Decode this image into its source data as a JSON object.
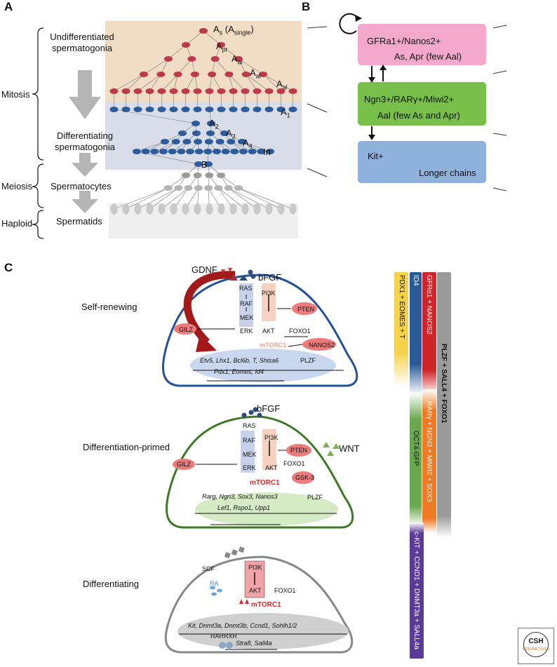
{
  "panel_a": {
    "letter": "A",
    "stages": {
      "mitosis": "Mitosis",
      "meiosis": "Meiosis",
      "haploid": "Haploid"
    },
    "groups": {
      "undifferentiated": "Undifferentiated spermatogonia",
      "differentiating": "Differentiating spermatogonia",
      "spermatocytes": "Spermatocytes",
      "spermatids": "Spermatids"
    },
    "cell_labels": {
      "as": "A",
      "as_sub": "s",
      "as_paren": "(A",
      "as_paren_sub": "single",
      "as_close": ")",
      "apr": "A",
      "apr_sub": "pr",
      "aal": "A",
      "aal_sub": "al",
      "a1": "A",
      "a1_sub": "1",
      "a2": "A",
      "a2_sub": "2",
      "a3": "A",
      "a3_sub": "3",
      "a4": "A",
      "a4_sub": "4",
      "in": "In",
      "b": "B"
    },
    "colors": {
      "undiff_bg": "#f1dcc6",
      "diff_bg": "#d9dde9",
      "undiff_cell": "#c0394b",
      "diff_cell": "#2e5c9a"
    }
  },
  "panel_b": {
    "letter": "B",
    "box1": {
      "title": "GFRa1+/Nanos2+",
      "sub": "As, Apr (few Aal)",
      "color": "#f4a9cc"
    },
    "box2": {
      "title": "Ngn3+/RARγ+/Miwi2+",
      "sub": "Aal (few As and Apr)",
      "color": "#78c04a"
    },
    "box3": {
      "title": "Kit+",
      "sub": "Longer chains",
      "color": "#8fb1dd"
    }
  },
  "panel_c": {
    "letter": "C",
    "cells": [
      {
        "label": "Self-renewing",
        "ligands": [
          "GDNF",
          "bFGF"
        ],
        "mapk": [
          "RAS",
          "RAF",
          "MEK",
          "ERK"
        ],
        "pi3k": [
          "PI3K",
          "AKT"
        ],
        "regulators": [
          "GILZ",
          "PTEN",
          "NANOS2"
        ],
        "other": [
          "FOXO1",
          "mTORC1",
          "PLZF"
        ],
        "genes1": "Etv5, Lhx1, Bcl6b, T, Shisa6",
        "genes2": "Pdx1, Eomes, Id4"
      },
      {
        "label": "Differentiation-primed",
        "ligands": [
          "bFGF",
          "WNT"
        ],
        "mapk": [
          "RAS",
          "RAF",
          "MEK",
          "ERK"
        ],
        "pi3k": [
          "PI3K",
          "AKT"
        ],
        "regulators": [
          "GILZ",
          "PTEN",
          "GSK-3"
        ],
        "other": [
          "FOXO1",
          "mTORC1",
          "PLZF"
        ],
        "genes1": "Rarg, Ngn3, Sox3, Nanos3",
        "genes2": "Lef1, Rspo1, Upp1"
      },
      {
        "label": "Differentiating",
        "ligands": [
          "SCF",
          "RA"
        ],
        "pi3k": [
          "PI3K",
          "AKT"
        ],
        "other": [
          "FOXO1",
          "mTORC1"
        ],
        "receptors": [
          "RAR",
          "RXR"
        ],
        "genes1": "Kit, Dnmt3a, Dnmt3b, Ccnd1, Sohlh1/2",
        "genes2": "Stra8, Sall4a"
      }
    ],
    "markers": [
      {
        "text": "PDX1 + EOMES + T",
        "color": "#f6d24a"
      },
      {
        "text": "ID4",
        "color": "#2a5b98"
      },
      {
        "text": "GFRα1 + NANOS2",
        "color": "#d0242b"
      },
      {
        "text": "PLZF + SALL4 + FOXO1",
        "color": "#9a9a9a"
      },
      {
        "text": "OCT4-GFP",
        "color": "#6aa84f"
      },
      {
        "text": "RARγ + NGN3 + MIWI2 + SOX3",
        "color": "#ee7a25"
      },
      {
        "text": "c-KIT + CCND1 + DNMT3a + SALL4a",
        "color": "#5b3b95"
      }
    ]
  },
  "logo": {
    "line1": "CSH",
    "line2": "PERSPECTIVES"
  }
}
